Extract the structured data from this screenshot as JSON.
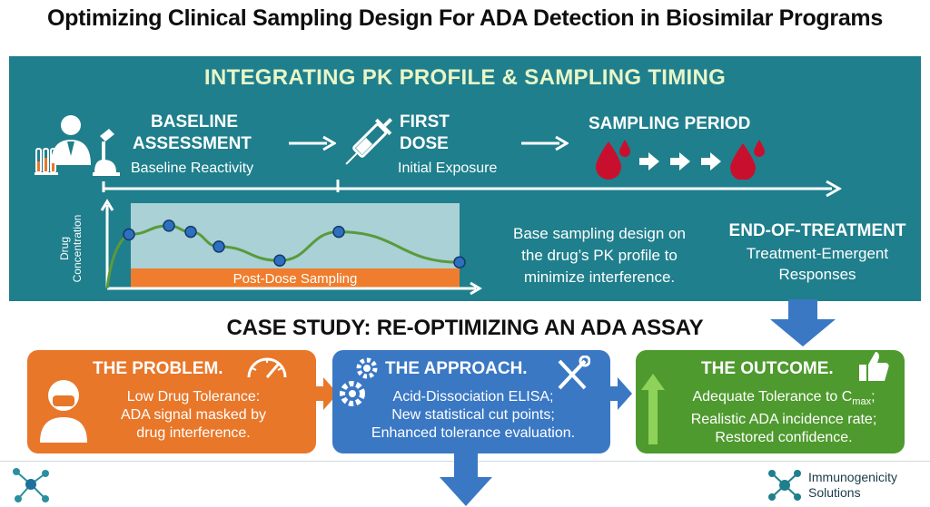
{
  "title": "Optimizing Clinical Sampling Design For ADA Detection in Biosimilar Programs",
  "pk_section": {
    "heading": "INTEGRATING PK PROFILE & SAMPLING TIMING",
    "baseline_title_1": "BASELINE",
    "baseline_title_2": "ASSESSMENT",
    "baseline_sub": "Baseline Reactivity",
    "dose_title_1": "FIRST",
    "dose_title_2": "DOSE",
    "dose_sub": "Initial Exposure",
    "sampling_title": "SAMPLING PERIOD",
    "ylabel_1": "Drug",
    "ylabel_2": "Concentration",
    "post_dose_label": "Post-Dose Sampling",
    "note_1": "Base sampling design on",
    "note_2": "the drug’s PK profile to",
    "note_3": "minimize interference.",
    "eot_title": "END-OF-TREATMENT",
    "eot_sub_1": "Treatment-Emergent",
    "eot_sub_2": "Responses"
  },
  "chart_data": {
    "type": "line",
    "title": "",
    "xlabel": "",
    "ylabel": "Drug Concentration",
    "x": [
      1,
      2,
      3,
      4,
      5,
      6,
      7
    ],
    "values": [
      0.62,
      0.72,
      0.65,
      0.48,
      0.32,
      0.65,
      0.3
    ],
    "ylim": [
      0,
      1
    ],
    "grid": false,
    "series_color": "#5a9a3c",
    "marker_color": "#2f6fc0"
  },
  "case_study": {
    "heading": "CASE STUDY: RE-OPTIMIZING AN ADA ASSAY",
    "problem": {
      "title": "THE PROBLEM.",
      "line1": "Low Drug Tolerance:",
      "line2": "ADA signal masked by",
      "line3": "drug interference.",
      "color": "#e8772a"
    },
    "approach": {
      "title": "THE APPROACH.",
      "line1": "Acid-Dissociation ELISA;",
      "line2": "New statistical cut points;",
      "line3": "Enhanced tolerance evaluation.",
      "color": "#3a78c4"
    },
    "outcome": {
      "title": "THE OUTCOME.",
      "line1_pre": "Adequate Tolerance to C",
      "line1_sub": "max",
      "line1_post": ";",
      "line2": "Realistic ADA incidence rate;",
      "line3": "Restored confidence.",
      "color": "#4f9a2e"
    }
  },
  "footer": {
    "brand_1": "Immunogenicity",
    "brand_2": "Solutions"
  },
  "colors": {
    "teal": "#1f7f8c",
    "orange": "#e8772a",
    "blue": "#3a78c4",
    "green": "#4f9a2e",
    "blood": "#c8102e"
  }
}
